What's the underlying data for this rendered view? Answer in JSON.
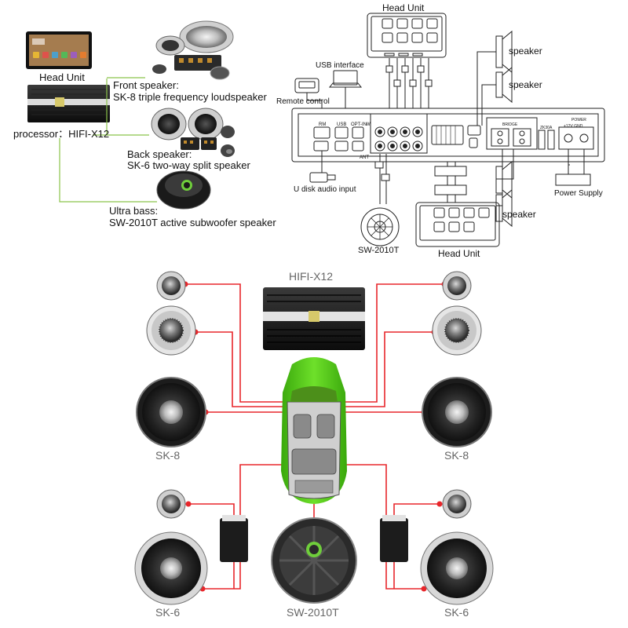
{
  "top_left": {
    "head_unit_label": "Head Unit",
    "processor_label": "processor：HIFI-X12",
    "front_title": "Front speaker:",
    "front_desc": "SK-8 triple frequency loudspeaker",
    "back_title": "Back speaker:",
    "back_desc": "SK-6 two-way split speaker",
    "bass_title": "Ultra bass:",
    "bass_desc": "SW-2010T active subwoofer speaker",
    "line_color": "#8bc34a"
  },
  "wiring": {
    "head_unit_top": "Head Unit",
    "head_unit_bottom": "Head Unit",
    "usb_interface": "USB interface",
    "remote_control": "Remote control",
    "u_disk": "U disk audio input",
    "power_supply": "Power Supply",
    "speaker_labels": [
      "speaker",
      "speaker",
      "speaker"
    ],
    "subwoofer": "SW-2010T",
    "port_rm": "RM",
    "port_usb": "USB",
    "port_opt": "OPT-IN",
    "port_ant": "ANT",
    "port_w": "W",
    "port_power": "POWER",
    "port_bridge": "BRIDGE",
    "port_zk": "ZK30A",
    "port_pm": "+12V  GND"
  },
  "layout_diagram": {
    "amp_label": "HIFI-X12",
    "sk8_left": "SK-8",
    "sk8_right": "SK-8",
    "sk6_left": "SK-6",
    "sk6_right": "SK-6",
    "sub_label": "SW-2010T",
    "wire_color": "#e8262b",
    "car_color": "#5cd21e"
  }
}
